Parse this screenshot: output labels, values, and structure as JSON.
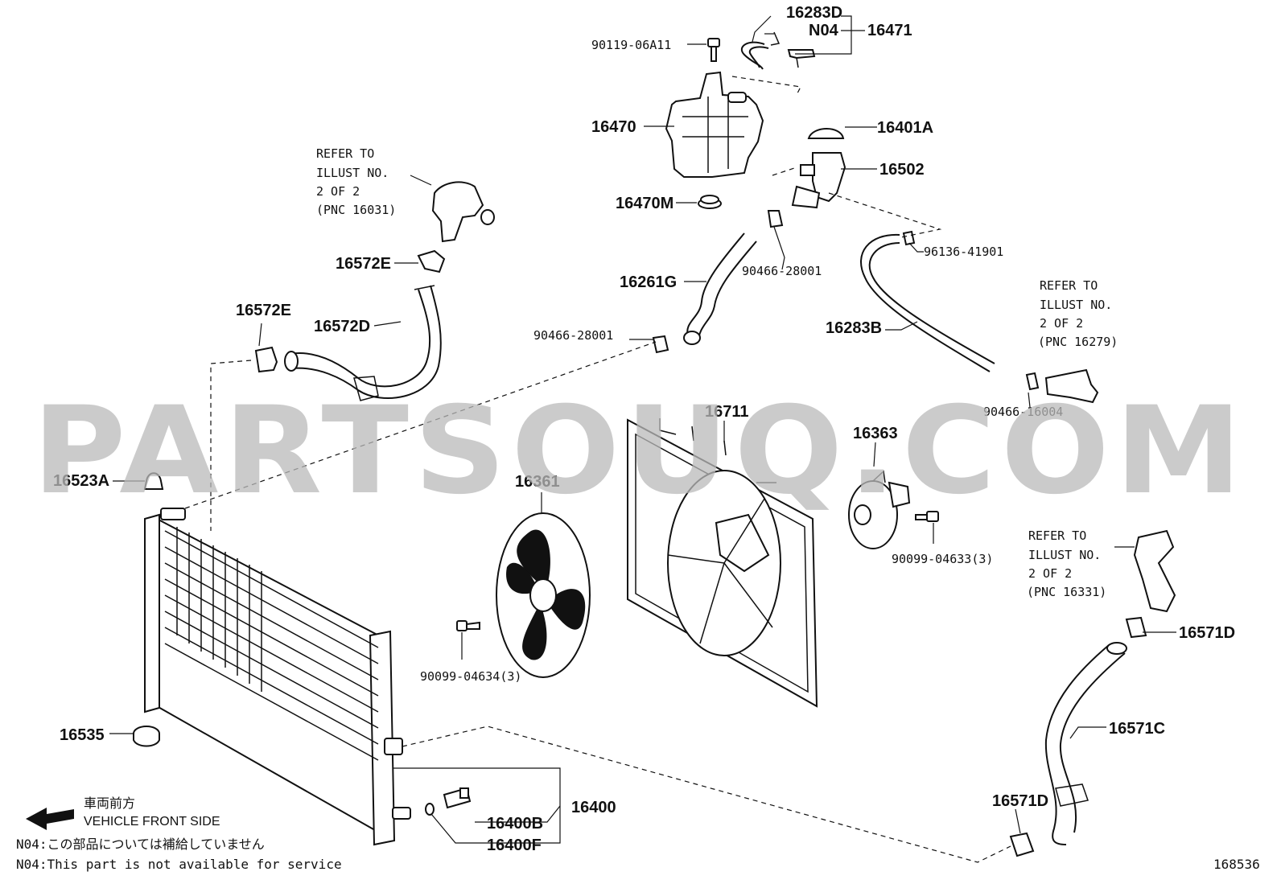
{
  "watermark": "PARTSOUQ.COM",
  "diagram_id": "168536",
  "labels": {
    "p16283D": "16283D",
    "pN04": "N04",
    "p16471": "16471",
    "p9011906A11": "90119-06A11",
    "p16470": "16470",
    "p16401A": "16401A",
    "p16502": "16502",
    "p16470M": "16470M",
    "p9613641901": "96136-41901",
    "p9046628001a": "90466-28001",
    "p16261G": "16261G",
    "p9046628001b": "90466-28001",
    "p16283B": "16283B",
    "p16572E_top": "16572E",
    "p16572E_left": "16572E",
    "p16572D": "16572D",
    "p9046616004": "90466-16004",
    "p16711": "16711",
    "p16363": "16363",
    "p16523A": "16523A",
    "p16361": "16361",
    "p9009904633": "90099-04633(3)",
    "p16571D_top": "16571D",
    "p9009904634": "90099-04634(3)",
    "p16571C": "16571C",
    "p16535": "16535",
    "p16400": "16400",
    "p16400B": "16400B",
    "p16400F": "16400F",
    "p16571D_bottom": "16571D"
  },
  "references": {
    "ref1": [
      "REFER TO",
      "ILLUST NO.",
      "2 OF 2",
      "(PNC 16031)"
    ],
    "ref2": [
      "REFER TO",
      "ILLUST NO.",
      "2 OF 2",
      "(PNC 16279)"
    ],
    "ref3": [
      "REFER TO",
      "ILLUST NO.",
      "2 OF 2",
      "(PNC 16331)"
    ]
  },
  "footer": {
    "front_jp": "車両前方",
    "front_en": "VEHICLE FRONT SIDE",
    "note_jp": "N04:この部品については補給していません",
    "note_en": "N04:This part is not available for service"
  }
}
